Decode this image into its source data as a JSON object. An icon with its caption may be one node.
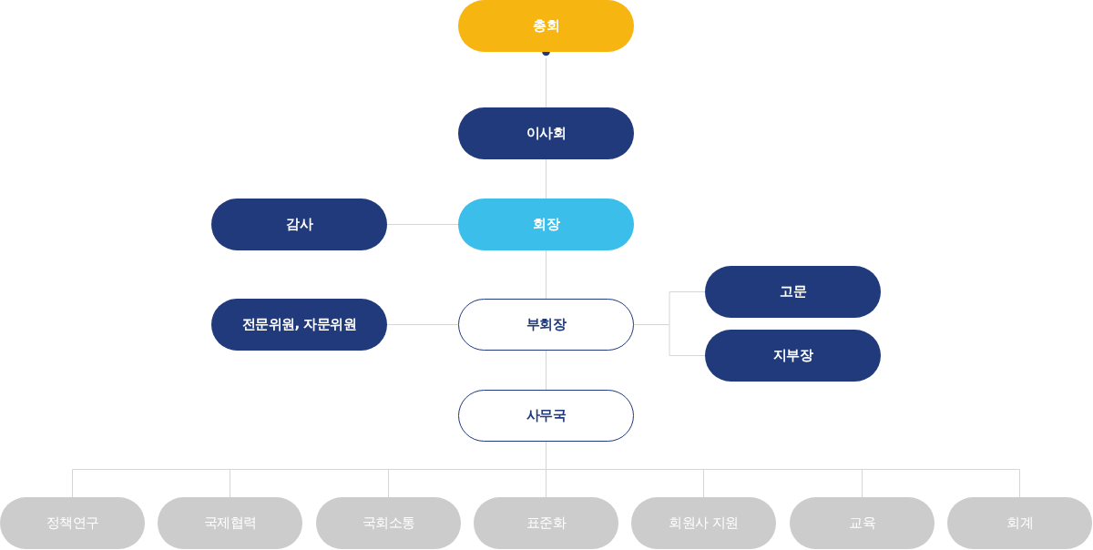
{
  "diagram": {
    "nodes": [
      {
        "text": [
          "총회"
        ]
      },
      {
        "text": [
          "이사회"
        ]
      },
      {
        "text": [
          "회장"
        ]
      },
      {
        "text": [
          "감사"
        ]
      },
      {
        "text": [
          "부회장"
        ]
      },
      {
        "text": [
          "전문위원, 자문위원"
        ]
      },
      {
        "text": [
          "고문"
        ]
      },
      {
        "text": [
          "지부장"
        ]
      },
      {
        "text": [
          "사무국"
        ]
      },
      {
        "text": [
          "정책연구"
        ]
      },
      {
        "text": [
          "국제협력"
        ]
      },
      {
        "text": [
          "국회소통"
        ]
      },
      {
        "text": [
          "표준화"
        ]
      },
      {
        "text": [
          "회원사 지원"
        ]
      },
      {
        "text": [
          "교육"
        ]
      },
      {
        "text": [
          "회계"
        ]
      }
    ],
    "edges": [
      {
        "from": 0,
        "to": 1,
        "arrow": "other"
      },
      {
        "from": 1,
        "to": 2,
        "arrow": "none"
      },
      {
        "from": 2,
        "to": 3,
        "arrow": "none"
      },
      {
        "from": 2,
        "to": 4,
        "arrow": "none"
      },
      {
        "from": 4,
        "to": 5,
        "arrow": "none"
      },
      {
        "from": 4,
        "to": 6,
        "arrow": "none"
      },
      {
        "from": 4,
        "to": 7,
        "arrow": "none"
      },
      {
        "from": 4,
        "to": 8,
        "arrow": "none"
      },
      {
        "from": 8,
        "to": 9,
        "arrow": "none"
      },
      {
        "from": 8,
        "to": 10,
        "arrow": "none"
      },
      {
        "from": 8,
        "to": 11,
        "arrow": "none"
      },
      {
        "from": 8,
        "to": 12,
        "arrow": "none"
      },
      {
        "from": 8,
        "to": 13,
        "arrow": "none"
      },
      {
        "from": 8,
        "to": 14,
        "arrow": "none"
      },
      {
        "from": 8,
        "to": 15,
        "arrow": "none"
      }
    ]
  }
}
